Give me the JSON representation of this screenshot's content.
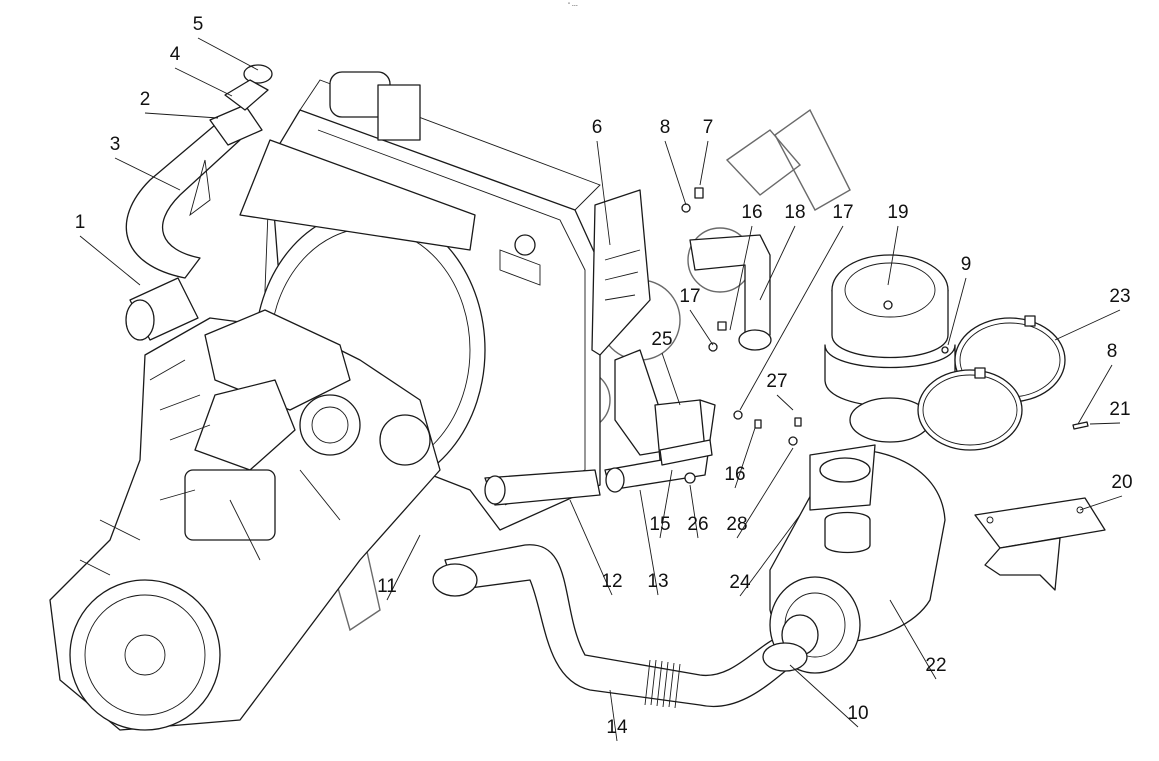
{
  "caption": "\" ---",
  "callouts": [
    {
      "label": "1"
    },
    {
      "label": "2"
    },
    {
      "label": "3"
    },
    {
      "label": "4"
    },
    {
      "label": "5"
    },
    {
      "label": "6"
    },
    {
      "label": "7"
    },
    {
      "label": "8"
    },
    {
      "label": "16"
    },
    {
      "label": "18"
    },
    {
      "label": "17"
    },
    {
      "label": "19"
    },
    {
      "label": "9"
    },
    {
      "label": "23"
    },
    {
      "label": "17"
    },
    {
      "label": "25"
    },
    {
      "label": "8"
    },
    {
      "label": "27"
    },
    {
      "label": "21"
    },
    {
      "label": "16"
    },
    {
      "label": "20"
    },
    {
      "label": "11"
    },
    {
      "label": "12"
    },
    {
      "label": "13"
    },
    {
      "label": "15"
    },
    {
      "label": "26"
    },
    {
      "label": "28"
    },
    {
      "label": "24"
    },
    {
      "label": "22"
    },
    {
      "label": "10"
    },
    {
      "label": "14"
    }
  ]
}
